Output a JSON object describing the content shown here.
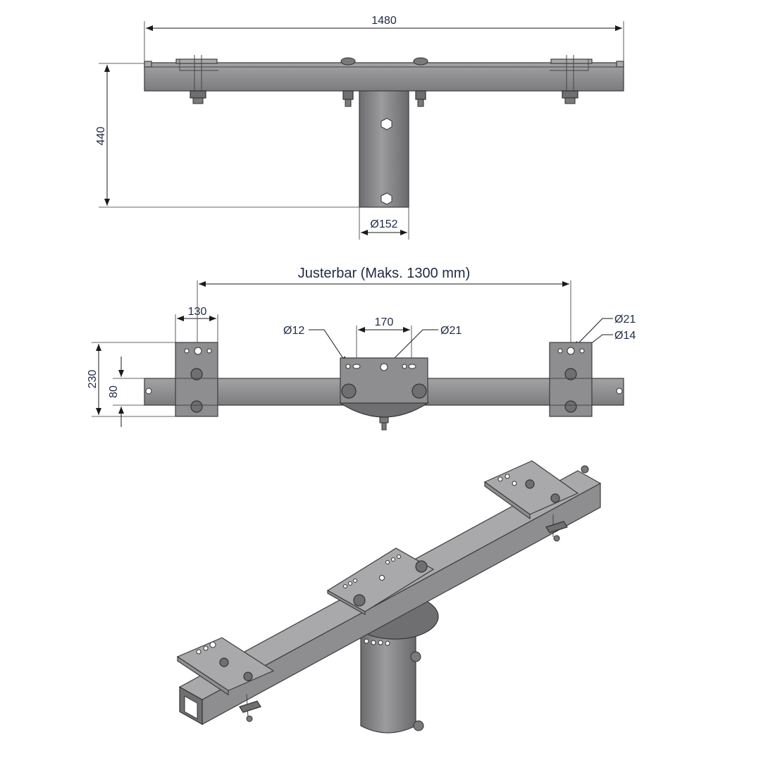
{
  "view_top": {
    "width_dim": "1480",
    "height_dim": "440",
    "pipe_dia": "Ø152"
  },
  "view_front": {
    "adjust_dim": "Justerbar (Maks. 1300 mm)",
    "plate_width": "130",
    "plate_height": "230",
    "bar_height": "80",
    "center_spacing": "170",
    "hole_small": "Ø12",
    "hole_center": "Ø21",
    "side_hole_large": "Ø21",
    "side_hole_small": "Ø14"
  },
  "colors": {
    "steel": "#8e8e90",
    "dim_text": "#1f2a44"
  }
}
